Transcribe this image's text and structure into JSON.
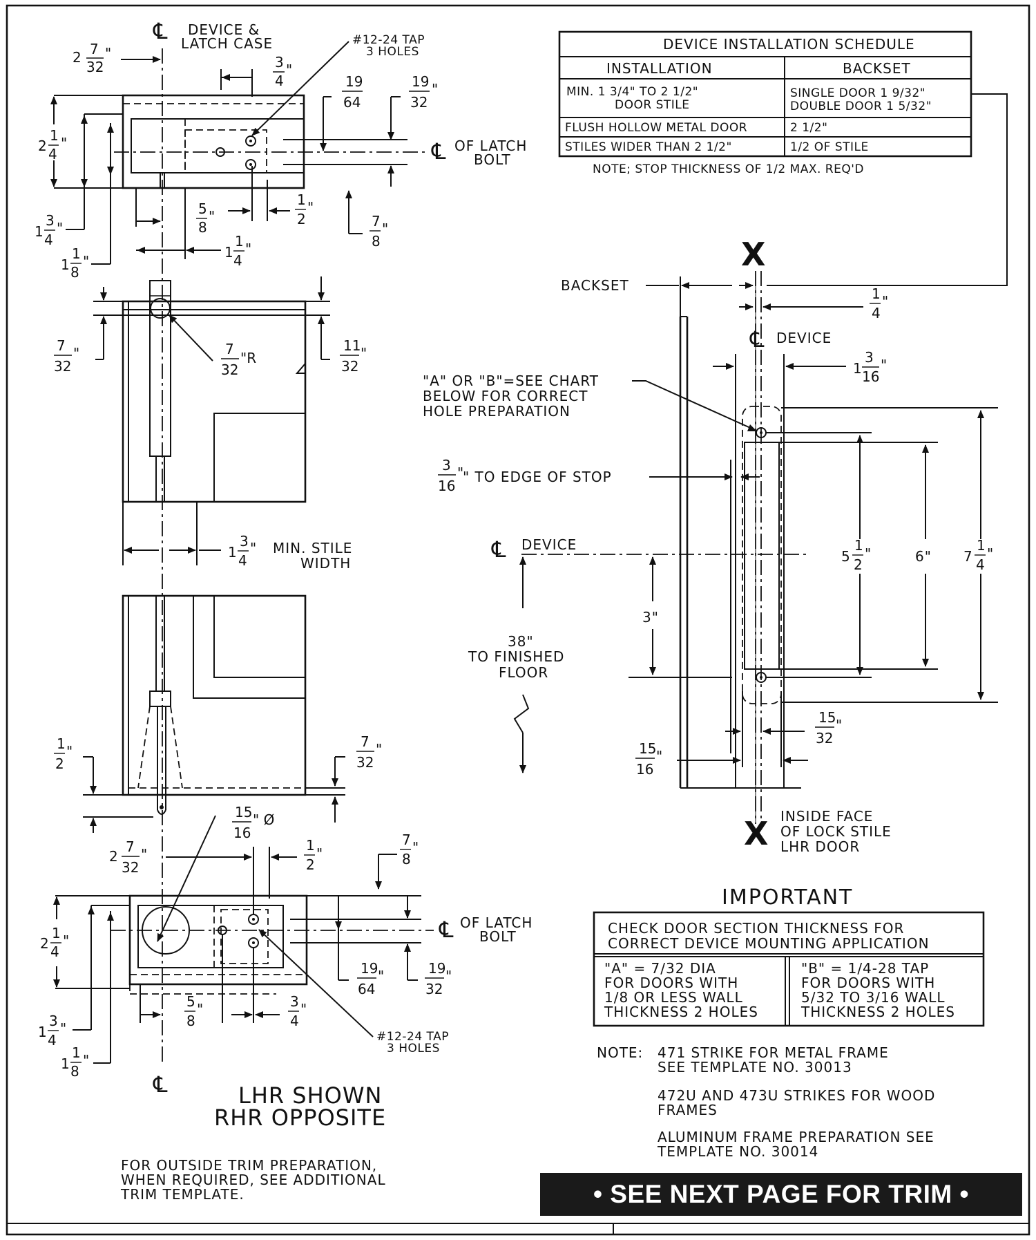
{
  "schedule": {
    "title": "DEVICE INSTALLATION SCHEDULE",
    "col_installation": "INSTALLATION",
    "col_backset": "BACKSET",
    "rows": [
      {
        "installation": [
          "MIN. 1 3/4\" TO 2 1/2\"",
          "DOOR STILE"
        ],
        "backset": [
          "SINGLE DOOR 1 9/32\"",
          "DOUBLE DOOR 1 5/32\""
        ]
      },
      {
        "installation": [
          "FLUSH HOLLOW METAL DOOR"
        ],
        "backset": [
          "2 1/2\""
        ]
      },
      {
        "installation": [
          "STILES WIDER THAN 2 1/2\""
        ],
        "backset": [
          "1/2 OF STILE"
        ]
      }
    ],
    "note": "NOTE; STOP THICKNESS OF 1/2 MAX. REQ'D"
  },
  "left": {
    "device_latch_case": [
      "DEVICE &",
      "LATCH CASE"
    ],
    "tap_holes": [
      "#12-24 TAP",
      "3 HOLES"
    ],
    "latch_bolt": [
      "OF LATCH",
      "BOLT"
    ],
    "radius": "R",
    "min_stile": [
      "MIN. STILE",
      "WIDTH"
    ],
    "diameter": "Ø",
    "lhr_shown": [
      "LHR SHOWN",
      "RHR OPPOSITE"
    ],
    "outside_trim": [
      "FOR OUTSIDE TRIM PREPARATION,",
      "WHEN REQUIRED, SEE ADDITIONAL",
      "TRIM TEMPLATE."
    ]
  },
  "right": {
    "x_mark": "X",
    "backset": "BACKSET",
    "device": "DEVICE",
    "hole_note": [
      "\"A\" OR \"B\"=SEE CHART",
      "BELOW FOR CORRECT",
      "HOLE PREPARATION"
    ],
    "edge_of_stop": "\" TO EDGE OF STOP",
    "to_floor": [
      "38\"",
      "TO FINISHED",
      "FLOOR"
    ],
    "inside_face": [
      "INSIDE FACE",
      "OF LOCK STILE",
      "LHR DOOR"
    ],
    "dims": {
      "three": "3\"",
      "five_half": "5",
      "six": "6\"",
      "seven_quarter": "7"
    }
  },
  "important": {
    "title": "IMPORTANT",
    "check": [
      "CHECK DOOR SECTION THICKNESS FOR",
      "CORRECT DEVICE MOUNTING APPLICATION"
    ],
    "a_box": [
      "\"A\" = 7/32 DIA",
      "FOR DOORS WITH",
      "1/8 OR LESS WALL",
      "THICKNESS 2 HOLES"
    ],
    "b_box": [
      "\"B\" = 1/4-28 TAP",
      "FOR DOORS WITH",
      "5/32 TO 3/16 WALL",
      "THICKNESS 2 HOLES"
    ]
  },
  "notes": {
    "label": "NOTE:",
    "n1": [
      "471 STRIKE FOR METAL FRAME",
      "SEE TEMPLATE NO. 30013"
    ],
    "n2": [
      "472U AND 473U STRIKES FOR WOOD",
      "FRAMES"
    ],
    "n3": [
      "ALUMINUM FRAME PREPARATION SEE",
      "TEMPLATE NO. 30014"
    ]
  },
  "banner": "• SEE NEXT PAGE FOR TRIM •"
}
